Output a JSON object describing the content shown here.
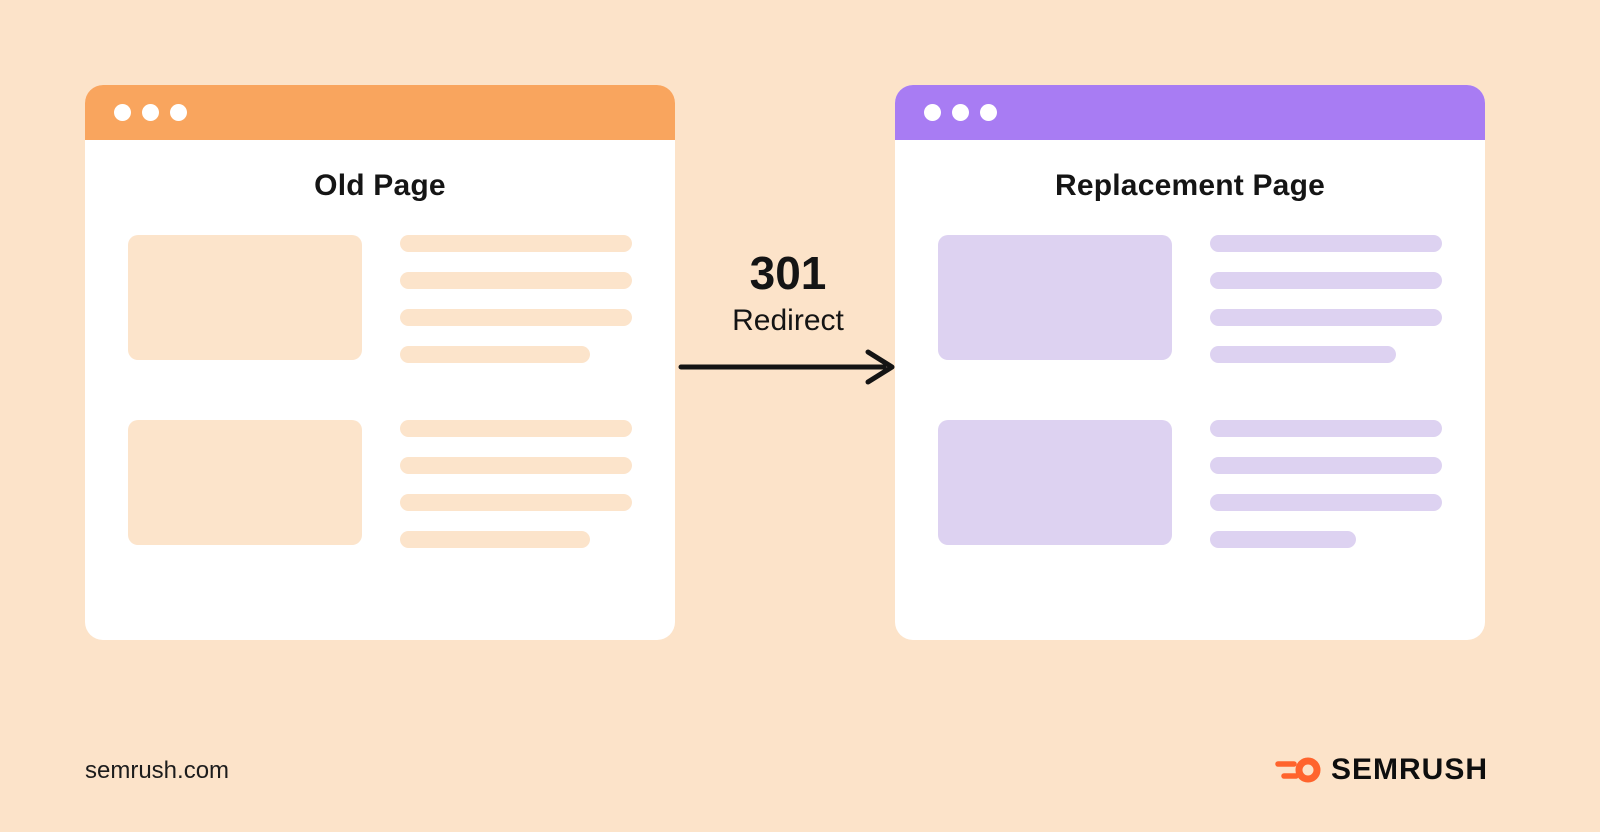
{
  "canvas": {
    "background": "#fce3c9"
  },
  "diagram": {
    "old_page": {
      "title": "Old Page",
      "header_color": "#f9a55e",
      "block_color": "#fce4cb"
    },
    "new_page": {
      "title": "Replacement Page",
      "header_color": "#a87cf3",
      "block_color": "#ddd2f1"
    },
    "redirect": {
      "code": "301",
      "label": "Redirect",
      "arrow_color": "#141414"
    }
  },
  "footer": {
    "site": "semrush.com",
    "brand": "SEMRUSH",
    "brand_color": "#ff642d"
  }
}
